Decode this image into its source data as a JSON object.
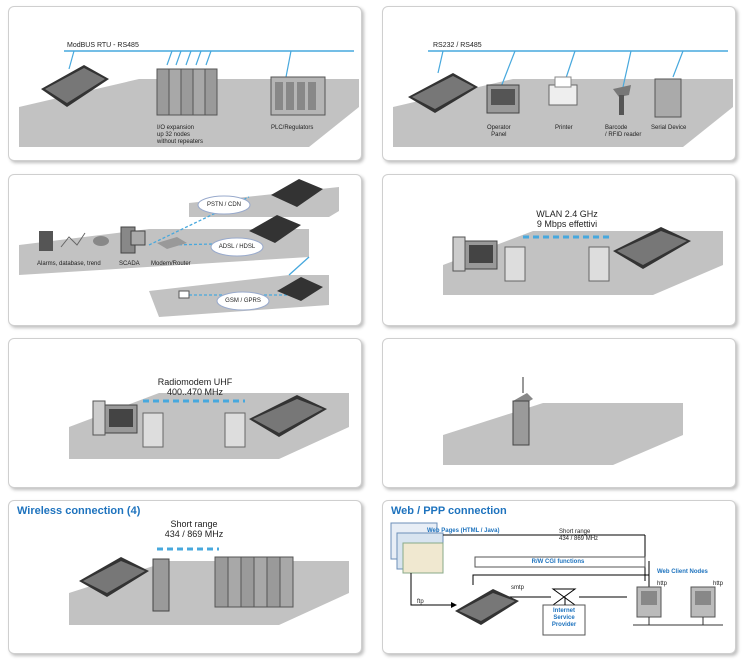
{
  "panels": {
    "p1": {
      "bus_label": "ModBUS RTU - RS485",
      "io_label": "I/O expansion\nup 32 nodes\nwithout repeaters",
      "plc_label": "PLC/Regulators"
    },
    "p2": {
      "bus_label": "RS232 / RS485",
      "operator_label": "Operator\nPanel",
      "printer_label": "Printer",
      "barcode_label": "Barcode\n/ RFID reader",
      "serial_label": "Serial Device"
    },
    "p3": {
      "pstn_label": "PSTN / CDN",
      "adsl_label": "ADSL / HDSL",
      "gsm_label": "GSM / GPRS",
      "alarms_label": "Alarms, database, trend",
      "scada_label": "SCADA",
      "modem_label": "Modem/Router"
    },
    "p4": {
      "wlan_label": "WLAN 2.4 GHz\n9 Mbps effettivi"
    },
    "p5": {
      "radio_label": "Radiomodem UHF\n400..470 MHz"
    },
    "p7": {
      "title": "Wireless connection (4)",
      "range_label": "Short range\n434 / 869 MHz"
    },
    "p8": {
      "title": "Web / PPP connection",
      "web_pages_label": "Web Pages (HTML / Java)",
      "short_range_label": "Short range\n434 / 869 MHz",
      "rw_cgi_label": "R/W CGI functions",
      "client_nodes_label": "Web Client Nodes",
      "http_label_1": "http",
      "http_label_2": "http",
      "smtp_label": "smtp",
      "ftp_label": "ftp",
      "isp_label": "Internet\nService\nProvider"
    }
  },
  "colors": {
    "accent": "#1e73be",
    "floor": "#c2c2c2",
    "line": "#47a8dd"
  }
}
